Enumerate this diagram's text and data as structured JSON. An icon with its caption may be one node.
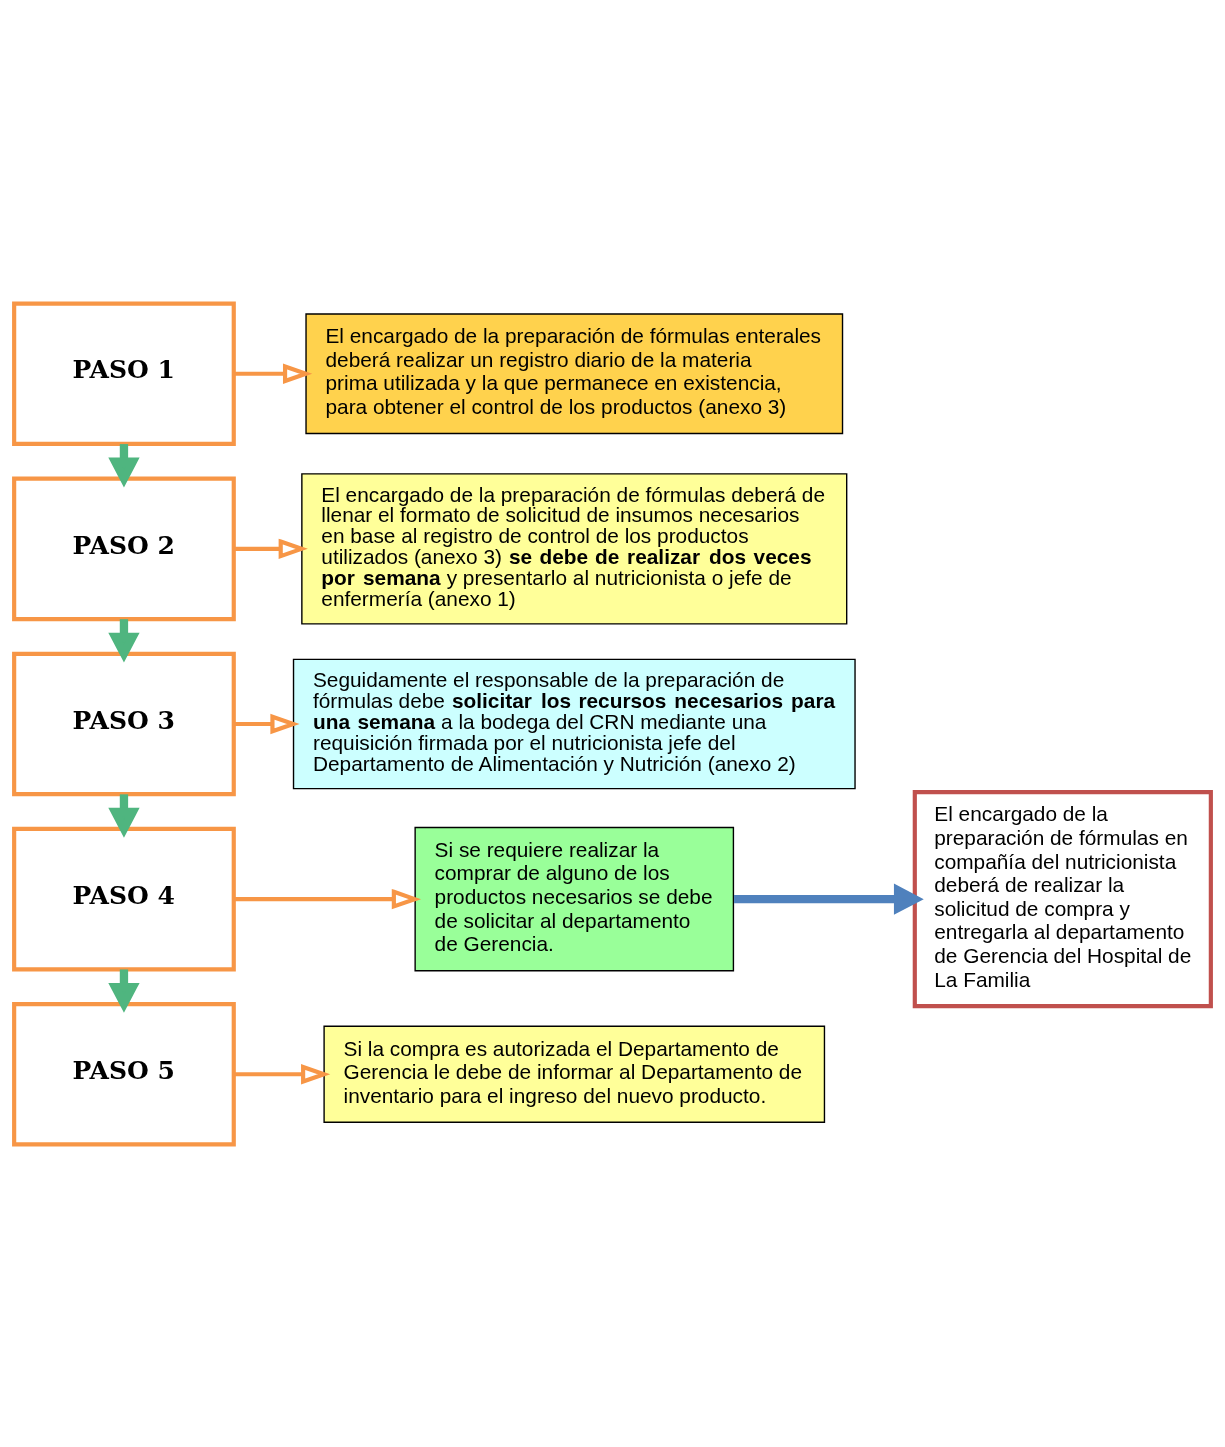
{
  "diagram": {
    "nodes": [
      {
        "text": [
          "PASO 1"
        ]
      },
      {
        "text": [
          "El encargado de la preparación de fórmulas enterales deberá realizar un registro diario de la materia prima utilizada y la que permanece en existencia, para obtener el control de los productos (anexo 3)"
        ]
      },
      {
        "text": [
          "PASO 2"
        ]
      },
      {
        "text": [
          "El encargado de la preparación de fórmulas deberá de llenar el formato de solicitud de insumos necesarios en base al registro de control de los productos utilizados (anexo 3) **se debe de realizar dos veces por semana** y presentarlo al nutricionista o jefe de enfermería (anexo 1)"
        ]
      },
      {
        "text": [
          "PASO 3"
        ]
      },
      {
        "text": [
          "Seguidamente el responsable de la preparación de fórmulas debe **solicitar los recursos necesarios para una semana** a la bodega del CRN mediante una requisición firmada por el nutricionista jefe del Departamento de Alimentación y Nutrición (anexo 2)"
        ]
      },
      {
        "text": [
          "PASO 4"
        ]
      },
      {
        "text": [
          "Si se requiere realizar la comprar de alguno de los productos necesarios se debe de solicitar al departamento de Gerencia."
        ]
      },
      {
        "text": [
          "El encargado de la preparación de fórmulas en compañía del nutricionista deberá de realizar la solicitud de compra y entregarla al departamento de Gerencia del Hospital de La Familia"
        ]
      },
      {
        "text": [
          "PASO 5"
        ]
      },
      {
        "text": [
          "Si la compra es autorizada el Departamento de Gerencia le debe de informar al Departamento de inventario para el ingreso del nuevo producto."
        ]
      }
    ],
    "edges": [
      {
        "from": 0,
        "to": 1,
        "arrow": "to"
      },
      {
        "from": 0,
        "to": 2,
        "arrow": "to",
        "style": "thick",
        "color": "#4fb57f"
      },
      {
        "from": 2,
        "to": 3,
        "arrow": "to"
      },
      {
        "from": 2,
        "to": 4,
        "arrow": "to",
        "style": "thick",
        "color": "#4fb57f"
      },
      {
        "from": 4,
        "to": 5,
        "arrow": "to"
      },
      {
        "from": 4,
        "to": 6,
        "arrow": "to",
        "style": "thick",
        "color": "#4fb57f"
      },
      {
        "from": 6,
        "to": 7,
        "arrow": "to"
      },
      {
        "from": 7,
        "to": 8,
        "arrow": "to",
        "style": "thick",
        "color": "#4f81bd"
      },
      {
        "from": 6,
        "to": 9,
        "arrow": "to",
        "style": "thick",
        "color": "#4fb57f"
      },
      {
        "from": 9,
        "to": 10,
        "arrow": "to"
      }
    ]
  }
}
